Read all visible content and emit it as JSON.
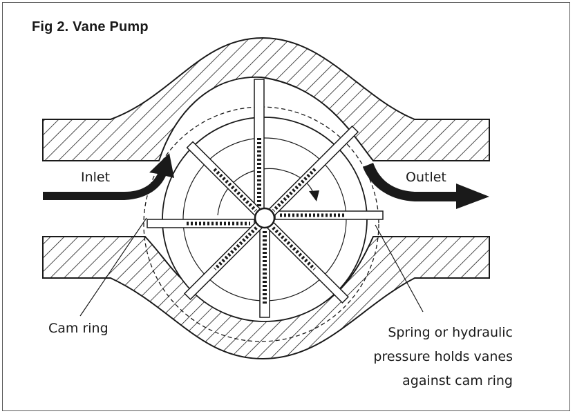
{
  "title": "Fig 2. Vane Pump",
  "labels": {
    "inlet": "Inlet",
    "outlet": "Outlet",
    "cam_ring": "Cam ring",
    "spring_lines": [
      "Spring or hydraulic",
      "pressure holds vanes",
      "against cam ring"
    ]
  },
  "colors": {
    "ink": "#1a1a1a",
    "frame": "#555555",
    "background": "#ffffff"
  }
}
